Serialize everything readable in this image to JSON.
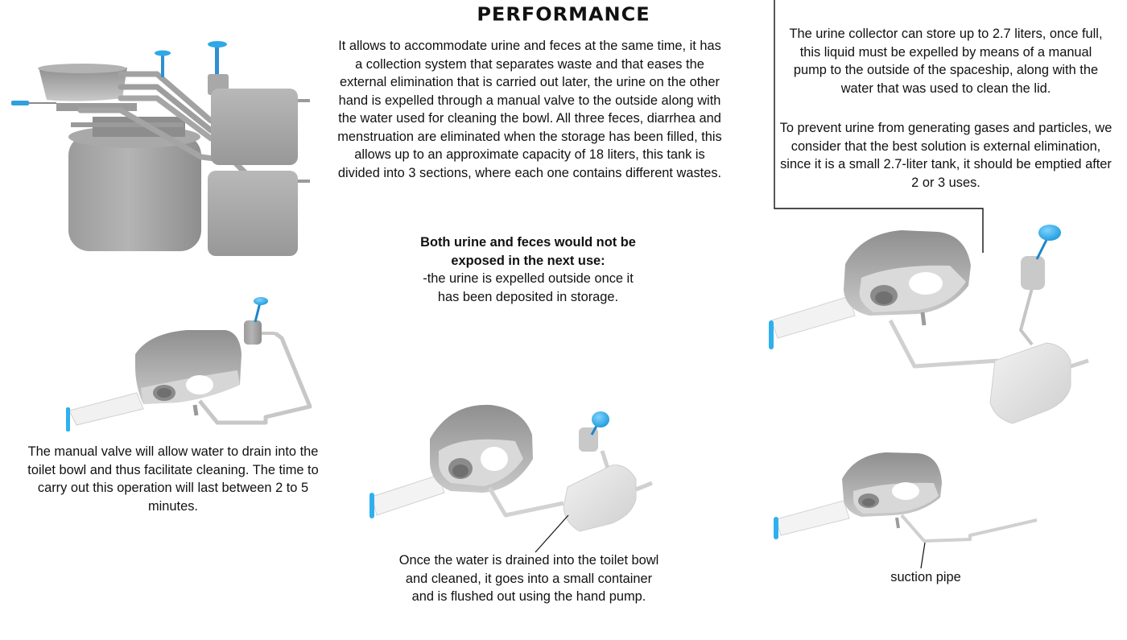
{
  "page": {
    "title": "PERFORMANCE"
  },
  "main_description": "It allows to accommodate urine and feces at the same time, it has a collection system that separates waste and that eases the external elimination that is carried out later, the urine on the other hand is expelled through a manual valve to the outside along with the water used for cleaning the bowl. All three feces, diarrhea and menstruation are eliminated when the storage has been filled, this allows up to an approximate capacity of 18 liters, this tank is divided into 3 sections, where each one contains different wastes.",
  "exposure_note": {
    "heading": "Both urine and feces would not be exposed in the next use:",
    "body": "-the urine is expelled outside once it has been deposited in storage."
  },
  "valve_note": "The manual valve will allow water to drain into the toilet bowl and thus facilitate cleaning. The time to carry out this operation will last between 2 to 5 minutes.",
  "container_note": "Once the water is drained into the toilet bowl and cleaned, it goes into a small container and is flushed out using the hand pump.",
  "urine_collector_note": {
    "paragraph_1": "The urine collector can store up to 2.7 liters, once full, this liquid must be expelled by means of a manual pump to the outside of the spaceship, along with the water that was used to clean the lid.",
    "paragraph_2": "To prevent urine from generating gases and particles, we consider that the best solution is external elimination, since it is a small 2.7-liter tank, it should be emptied after 2 or 3 uses."
  },
  "suction_label": "suction pipe",
  "illustrations": [
    {
      "name": "full-assembly-render",
      "subject": "toilet bowl with storage tank and side containers"
    },
    {
      "name": "bowl-with-pump-render",
      "subject": "toilet bowl with manual valve pump"
    },
    {
      "name": "bowl-with-container-render",
      "subject": "toilet bowl with small container and hand pump"
    },
    {
      "name": "bowl-with-urine-tank-render",
      "subject": "toilet bowl with urine collector tank"
    },
    {
      "name": "bowl-with-suction-pipe-render",
      "subject": "toilet bowl with suction pipe"
    }
  ],
  "colors": {
    "text": "#111111",
    "render_gray": "#a9a9a9",
    "render_light": "#e6e6e6",
    "accent_blue": "#2fa8e6"
  }
}
